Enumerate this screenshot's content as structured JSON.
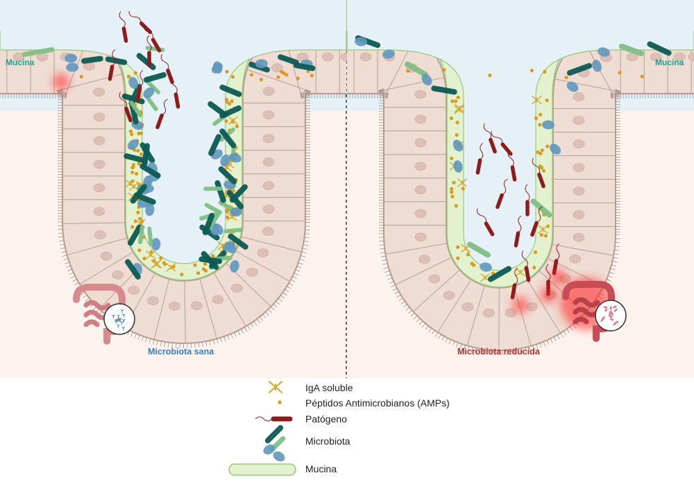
{
  "panels": {
    "left": {
      "label": "Microbiota sana",
      "mucus_label": "Mucina",
      "label_color": "#3a7ebf"
    },
    "right": {
      "label": "Microbiota reducida",
      "mucus_label": "Mucina",
      "label_color": "#b03030"
    }
  },
  "legend": [
    {
      "icon": "iga-icon",
      "label": "IgA soluble"
    },
    {
      "icon": "amp-dot-icon",
      "label": "Péptidos Antimicrobianos (AMPs)"
    },
    {
      "icon": "pathogen-icon",
      "label": "Patógeno"
    },
    {
      "icon": "microbiota-icon",
      "label": "Microbiota"
    },
    {
      "icon": "mucus-layer-icon",
      "label": "Mucina"
    }
  ],
  "colors": {
    "lumen": "#e5f0f7",
    "tissue": "#fdf3ee",
    "cell_fill": "#efdcd3",
    "cell_stroke": "#b89e93",
    "nucleus": "#dcc0b6",
    "mucus_fill": "#e4f1cf",
    "mucus_stroke": "#98c77b",
    "amp": "#d99a1f",
    "iga": "#d9a830",
    "pathogen": "#8c1d1d",
    "microbe_dark": "#0d5a55",
    "microbe_blue": "#5f97bd",
    "microbe_green": "#7fbf85",
    "inflammation": "#ff2020",
    "mucus_text": "#1f9e90"
  }
}
